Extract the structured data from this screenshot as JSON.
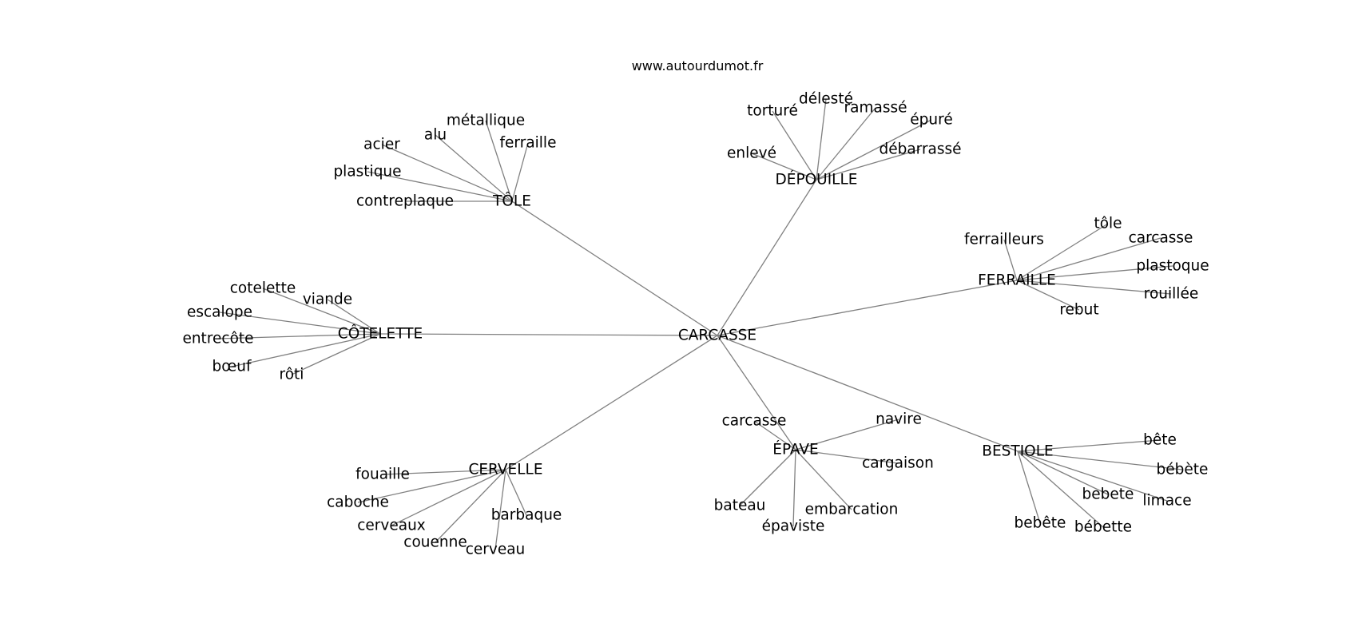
{
  "credit": "www.autourdumot.fr",
  "center": "CARCASSE",
  "hubs": [
    {
      "key": "tole",
      "label": "TÔLE",
      "leaves": [
        "contreplaque",
        "plastique",
        "acier",
        "alu",
        "métallique",
        "ferraille"
      ]
    },
    {
      "key": "depouille",
      "label": "DÉPOUILLE",
      "leaves": [
        "enlevé",
        "torturé",
        "délesté",
        "ramassé",
        "épuré",
        "débarrassé"
      ]
    },
    {
      "key": "ferraille",
      "label": "FERRAILLE",
      "leaves": [
        "ferrailleurs",
        "tôle",
        "carcasse",
        "plastoque",
        "rouillée",
        "rebut"
      ]
    },
    {
      "key": "cotelette",
      "label": "CÔTELETTE",
      "leaves": [
        "cotelette",
        "viande",
        "escalope",
        "entrecôte",
        "bœuf",
        "rôti"
      ]
    },
    {
      "key": "cervelle",
      "label": "CERVELLE",
      "leaves": [
        "fouaille",
        "caboche",
        "cerveaux",
        "couenne",
        "cerveau",
        "barbaque"
      ]
    },
    {
      "key": "epave",
      "label": "ÉPAVE",
      "leaves": [
        "carcasse",
        "navire",
        "cargaison",
        "embarcation",
        "épaviste",
        "bateau"
      ]
    },
    {
      "key": "bestiole",
      "label": "BESTIOLE",
      "leaves": [
        "bête",
        "bébète",
        "limace",
        "bebete",
        "bébette",
        "bebête"
      ]
    }
  ]
}
